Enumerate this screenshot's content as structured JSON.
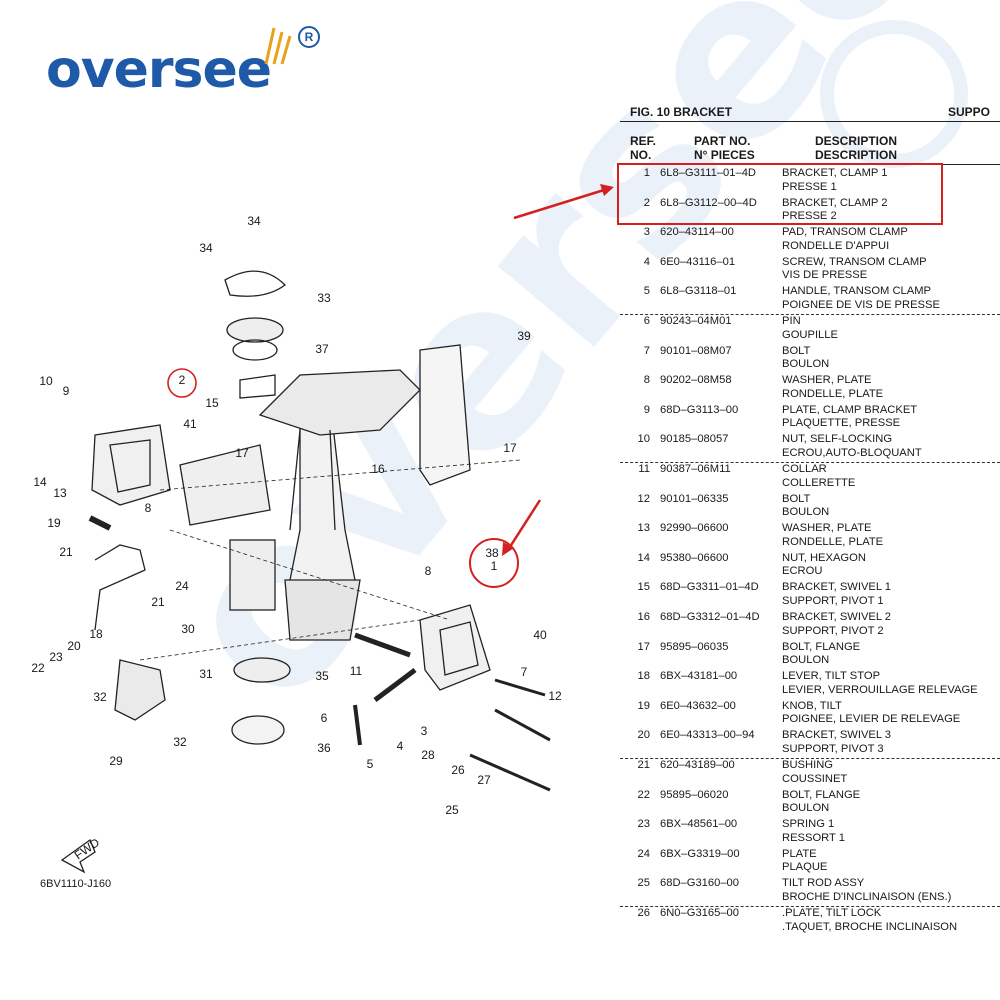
{
  "brand": {
    "logo_text": "oversee",
    "reg_mark": "R",
    "watermark_text": "oversee",
    "color": "#1e5aa8"
  },
  "accent_color": "#d42020",
  "figure": {
    "title_left": "FIG. 10  BRACKET",
    "title_right": "SUPPO",
    "ref_code": "6BV1110-J160",
    "fwd_label": "FWD",
    "callout_numbers": [
      "1",
      "2",
      "3",
      "4",
      "5",
      "6",
      "7",
      "8",
      "8",
      "9",
      "10",
      "11",
      "12",
      "13",
      "14",
      "15",
      "16",
      "17",
      "17",
      "18",
      "19",
      "20",
      "21",
      "21",
      "22",
      "23",
      "24",
      "25",
      "26",
      "27",
      "28",
      "29",
      "30",
      "31",
      "32",
      "32",
      "33",
      "34",
      "34",
      "35",
      "36",
      "37",
      "38",
      "39",
      "40",
      "41"
    ]
  },
  "table": {
    "headers": {
      "ref": "REF.",
      "no": "NO.",
      "part": "PART NO.",
      "part_fr": "N° PIECES",
      "desc": "DESCRIPTION",
      "desc_fr": "DESCRIPTION"
    },
    "rows": [
      {
        "ref": "1",
        "pn": "6L8–G3111–01–4D",
        "en": "BRACKET, CLAMP 1",
        "fr": "PRESSE 1"
      },
      {
        "ref": "2",
        "pn": "6L8–G3112–00–4D",
        "en": "BRACKET, CLAMP 2",
        "fr": "PRESSE 2"
      },
      {
        "ref": "3",
        "pn": "620–43114–00",
        "en": "PAD, TRANSOM CLAMP",
        "fr": "RONDELLE D'APPUI"
      },
      {
        "ref": "4",
        "pn": "6E0–43116–01",
        "en": "SCREW, TRANSOM CLAMP",
        "fr": "VIS DE PRESSE"
      },
      {
        "ref": "5",
        "pn": "6L8–G3118–01",
        "en": "HANDLE, TRANSOM CLAMP",
        "fr": "POIGNEE DE VIS DE PRESSE"
      },
      {
        "ref": "6",
        "pn": "90243–04M01",
        "en": "PIN",
        "fr": "GOUPILLE"
      },
      {
        "ref": "7",
        "pn": "90101–08M07",
        "en": "BOLT",
        "fr": "BOULON"
      },
      {
        "ref": "8",
        "pn": "90202–08M58",
        "en": "WASHER, PLATE",
        "fr": "RONDELLE, PLATE"
      },
      {
        "ref": "9",
        "pn": "68D–G3113–00",
        "en": "PLATE, CLAMP BRACKET",
        "fr": "PLAQUETTE, PRESSE"
      },
      {
        "ref": "10",
        "pn": "90185–08057",
        "en": "NUT, SELF-LOCKING",
        "fr": "ECROU,AUTO-BLOQUANT"
      },
      {
        "ref": "11",
        "pn": "90387–06M11",
        "en": "COLLAR",
        "fr": "COLLERETTE"
      },
      {
        "ref": "12",
        "pn": "90101–06335",
        "en": "BOLT",
        "fr": "BOULON"
      },
      {
        "ref": "13",
        "pn": "92990–06600",
        "en": "WASHER, PLATE",
        "fr": "RONDELLE, PLATE"
      },
      {
        "ref": "14",
        "pn": "95380–06600",
        "en": "NUT, HEXAGON",
        "fr": "ECROU"
      },
      {
        "ref": "15",
        "pn": "68D–G3311–01–4D",
        "en": "BRACKET, SWIVEL 1",
        "fr": "SUPPORT, PIVOT 1"
      },
      {
        "ref": "16",
        "pn": "68D–G3312–01–4D",
        "en": "BRACKET, SWIVEL 2",
        "fr": "SUPPORT, PIVOT 2"
      },
      {
        "ref": "17",
        "pn": "95895–06035",
        "en": "BOLT, FLANGE",
        "fr": "BOULON"
      },
      {
        "ref": "18",
        "pn": "6BX–43181–00",
        "en": "LEVER, TILT STOP",
        "fr": "LEVIER, VERROUILLAGE RELEVAGE"
      },
      {
        "ref": "19",
        "pn": "6E0–43632–00",
        "en": "KNOB, TILT",
        "fr": "POIGNEE, LEVIER DE RELEVAGE"
      },
      {
        "ref": "20",
        "pn": "6E0–43313–00–94",
        "en": "BRACKET, SWIVEL 3",
        "fr": "SUPPORT, PIVOT 3"
      },
      {
        "ref": "21",
        "pn": "620–43189–00",
        "en": "BUSHING",
        "fr": "COUSSINET"
      },
      {
        "ref": "22",
        "pn": "95895–06020",
        "en": "BOLT, FLANGE",
        "fr": "BOULON"
      },
      {
        "ref": "23",
        "pn": "6BX–48561–00",
        "en": "SPRING 1",
        "fr": "RESSORT 1"
      },
      {
        "ref": "24",
        "pn": "6BX–G3319–00",
        "en": "PLATE",
        "fr": "PLAQUE"
      },
      {
        "ref": "25",
        "pn": "68D–G3160–00",
        "en": "TILT ROD ASSY",
        "fr": "BROCHE D'INCLINAISON (ENS.)"
      },
      {
        "ref": "26",
        "pn": "6N0–G3165–00",
        "en": ".PLATE, TILT LOCK",
        "fr": ".TAQUET, BROCHE INCLINAISON"
      }
    ]
  }
}
